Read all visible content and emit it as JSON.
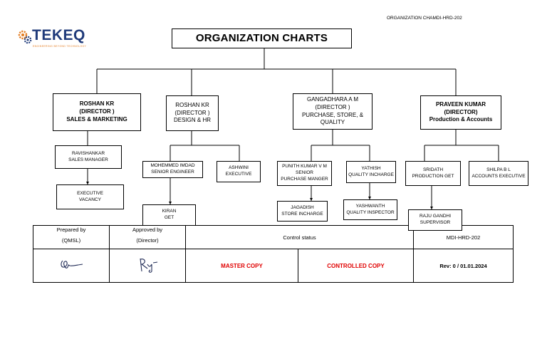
{
  "header": {
    "doc_id": "ORGANIZATION CHAMDI-HRD-202"
  },
  "logo": {
    "name": "TEKEQ",
    "tagline": "ENGINEERING BEYOND TECHNOLOGY"
  },
  "title": "ORGANIZATION CHARTS",
  "directors": [
    {
      "name": "ROSHAN KR",
      "role": "(DIRECTOR )",
      "dept": "SALES & MARKETING"
    },
    {
      "name": "ROSHAN KR",
      "role": "(DIRECTOR )",
      "dept": "DESIGN & HR"
    },
    {
      "name": "GANGADHARA A M",
      "role": "(DIRECTOR )",
      "dept": "PURCHASE, STORE, &",
      "dept2": "QUALITY"
    },
    {
      "name": "PRAVEEN KUMAR",
      "role": "(DIRECTOR)",
      "dept": "Production & Accounts"
    }
  ],
  "staff": {
    "ravishankar": {
      "line1": "RAVISHANKAR",
      "line2": "SALES MANAGER"
    },
    "executive": {
      "line1": "EXECUTIVE",
      "line2": "VACANCY"
    },
    "imdad": {
      "line1": "MOHEMMED IMDAD",
      "line2": "SENIOR ENGINEER"
    },
    "ashwini": {
      "line1": "ASHWINI",
      "line2": "EXECUTIVE"
    },
    "kiran": {
      "line1": "KIRAN",
      "line2": "GET"
    },
    "punith": {
      "line1": "PUNITH KUMAR V M",
      "line2": "SENIOR",
      "line3": "PURCHASE MANGER"
    },
    "yathish": {
      "line1": "YATHISH",
      "line2": "QUALITY INCHARGE"
    },
    "jagadish": {
      "line1": "JAGADISH",
      "line2": "STORE INCHARGE"
    },
    "yashwanth": {
      "line1": "YASHWANTH",
      "line2": "QUALITY INSPECTOR"
    },
    "sridath": {
      "line1": "SRIDATH",
      "line2": "PRODUCTION GET"
    },
    "shilpa": {
      "line1": "SHILPA  B  L",
      "line2": "ACCOUNTS EXECUTIVE"
    },
    "raju": {
      "line1": "RAJU GANDHI",
      "line2": "SUPERVISOR"
    }
  },
  "control": {
    "prepared_by": "Prepared by",
    "prepared_by_role": "(QMSL)",
    "approved_by": "Approved by",
    "approved_by_role": "(Director)",
    "control_status": "Control status",
    "doc_code": "MDI-HRD-202",
    "master_copy": "MASTER COPY",
    "controlled_copy": "CONTROLLED COPY",
    "revision": "Rev: 0 / 01.01.2024"
  },
  "colors": {
    "stamp_red": "#e00000",
    "logo_blue": "#1f3a7a",
    "logo_orange": "#e37b1f"
  }
}
